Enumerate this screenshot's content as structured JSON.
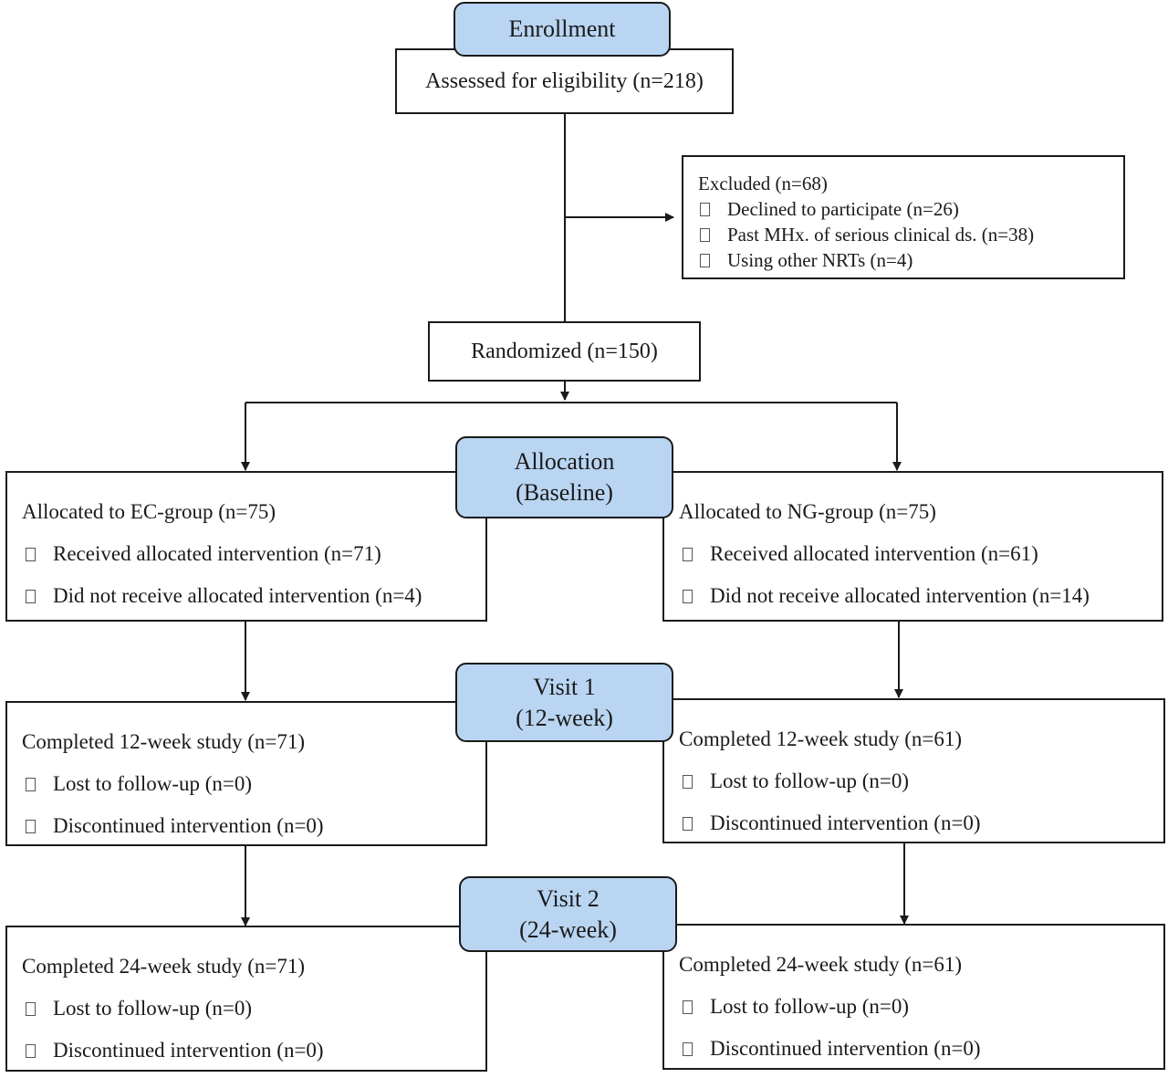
{
  "stages": {
    "enrollment": "Enrollment",
    "allocation": [
      "Allocation",
      "(Baseline)"
    ],
    "visit1": [
      "Visit 1",
      "(12-week)"
    ],
    "visit2": [
      "Visit 2",
      "(24-week)"
    ]
  },
  "assessed": "Assessed for eligibility (n=218)",
  "excluded": {
    "title": "Excluded (n=68)",
    "items": [
      "Declined to participate (n=26)",
      "Past MHx. of serious clinical ds. (n=38)",
      "Using other NRTs (n=4)"
    ]
  },
  "randomized": "Randomized (n=150)",
  "allocation": {
    "ec": {
      "title": "Allocated to EC-group (n=75)",
      "items": [
        "Received allocated intervention (n=71)",
        "Did not receive allocated intervention (n=4)"
      ]
    },
    "ng": {
      "title": "Allocated to NG-group (n=75)",
      "items": [
        "Received allocated intervention (n=61)",
        "Did not receive allocated intervention (n=14)"
      ]
    }
  },
  "visit1": {
    "ec": {
      "title": "Completed 12-week study (n=71)",
      "items": [
        "Lost to follow-up (n=0)",
        "Discontinued intervention (n=0)"
      ]
    },
    "ng": {
      "title": "Completed 12-week study (n=61)",
      "items": [
        "Lost to follow-up (n=0)",
        "Discontinued intervention (n=0)"
      ]
    }
  },
  "visit2": {
    "ec": {
      "title": "Completed 24-week study (n=71)",
      "items": [
        "Lost to follow-up (n=0)",
        "Discontinued intervention (n=0)"
      ]
    },
    "ng": {
      "title": "Completed 24-week study (n=61)",
      "items": [
        "Lost to follow-up (n=0)",
        "Discontinued intervention (n=0)"
      ]
    }
  },
  "colors": {
    "stage_fill": "#b9d5f2",
    "line": "#1a1a1a"
  }
}
